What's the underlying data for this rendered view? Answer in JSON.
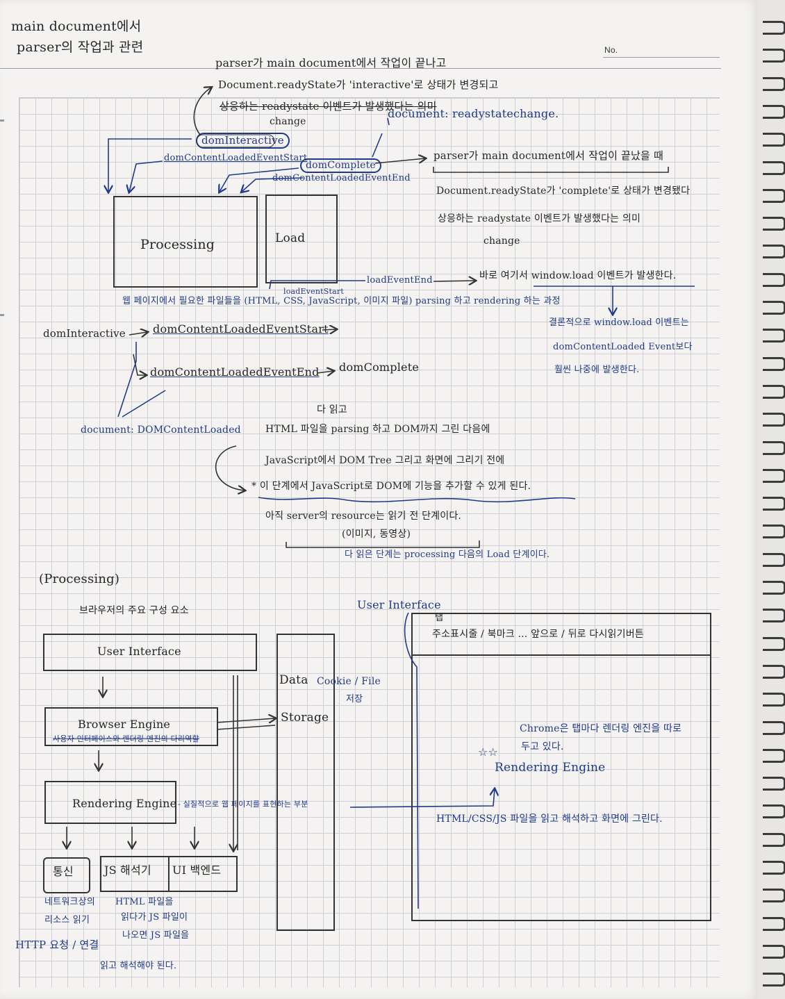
{
  "header": {
    "title_line1": "main document에서",
    "title_line2": "parser의 작업과 관련",
    "page_no_label": "No."
  },
  "top": {
    "heading": "parser가 main document에서 작업이 끝나고",
    "interactive_line": "Document.readyState가 'interactive'로 상태가 변경되고",
    "interactive_line2": "상응하는 readystate 이벤트가 발생했다는 의미",
    "change": "change",
    "event_readystatechange": "document: readystatechange.",
    "dom_interactive": "domInteractive",
    "dcl_event_start": "domContentLoadedEventStart",
    "dom_complete": "domComplete",
    "dcl_event_end": "domContentLoadedEventEnd",
    "complete_heading": "parser가 main document에서 작업이 끝났을 때",
    "complete_line1": "Document.readyState가 'complete'로 상태가 변경됐다",
    "complete_line2": "상응하는 readystate 이벤트가 발생했다는 의미",
    "complete_change": "change"
  },
  "boxes": {
    "processing": "Processing",
    "load": "Load",
    "load_event_start": "loadEventStart",
    "load_event_end": "loadEventEnd",
    "window_load_note": "바로 여기서 window.load 이벤트가 발생한다.",
    "processing_note": "웹 페이지에서 필요한 파일들을 (HTML, CSS, JavaScript, 이미지 파일) parsing 하고 rendering 하는 과정"
  },
  "sequence": {
    "dom_interactive": "domInteractive",
    "dcl_start": "domContentLoadedEventStart",
    "dcl_end": "domContentLoadedEventEnd",
    "dom_complete": "domComplete",
    "result_line1": "결론적으로 window.load 이벤트는",
    "result_line2": "domContentLoaded Event보다",
    "result_line3": "훨씬 나중에 발생한다."
  },
  "dcl": {
    "event": "document: DOMContentLoaded",
    "read_all": "다 읽고",
    "line1": "HTML 파일을 parsing 하고 DOM까지 그린 다음에",
    "line2": "JavaScript에서 DOM Tree 그리고 화면에 그리기 전에",
    "line3": "* 이 단계에서 JavaScript로 DOM에 기능을 추가할 수 있게 된다.",
    "line4": "아직 server의 resource는 읽기 전 단계이다.",
    "line5": "(이미지, 동영상)",
    "line6": "다 읽은 단계는 processing 다음의 Load 단계이다."
  },
  "processing_section": {
    "heading": "(Processing)",
    "subheading": "브라우저의 주요 구성 요소",
    "ui": "User Interface",
    "browser_engine": "Browser Engine",
    "browser_engine_note": "사용자 인터페이스와 렌더링 엔진의 다리역할",
    "rendering_engine": "Rendering Engine",
    "rendering_engine_note": "- 실질적으로 웹 페이지를 표현하는 부분",
    "data_storage_1": "Data",
    "data_storage_2": "Storage",
    "cookie_file": "Cookie / File",
    "save": "저장",
    "network": "통신",
    "js_interpreter": "JS 해석기",
    "ui_backend": "UI 백엔드",
    "network_note1": "네트워크상의",
    "network_note2": "리소스 읽기",
    "network_note3": "HTTP 요청 / 연결",
    "js_note1": "HTML 파일을",
    "js_note2": "읽다가 JS 파일이",
    "js_note3": "나오면 JS 파일을",
    "js_note4": "읽고 해석해야 된다."
  },
  "browser_window": {
    "ui_label": "User Interface",
    "tab": "탭",
    "toolbar": "주소표시줄 / 북마크 ... 앞으로 / 뒤로 다시읽기버튼",
    "chrome_note1": "Chrome은 탭마다 렌더링 엔진을 따로",
    "chrome_note2": "두고 있다.",
    "rendering_engine": "Rendering Engine",
    "html_note": "HTML/CSS/JS 파일을 읽고 해석하고 화면에 그린다."
  }
}
